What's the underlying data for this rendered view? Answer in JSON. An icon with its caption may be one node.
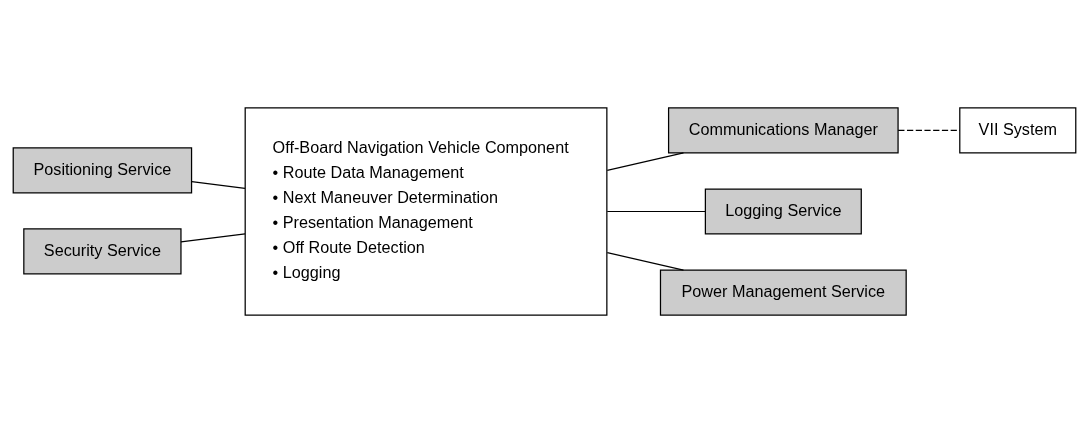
{
  "diagram": {
    "nodes": [
      {
        "text": [
          "Positioning Service"
        ]
      },
      {
        "text": [
          "Security Service"
        ]
      },
      {
        "text": [
          "Off-Board Navigation Vehicle Component",
          "• Route Data Management",
          "• Next Maneuver Determination",
          "• Presentation Management",
          "• Off Route Detection",
          "• Logging"
        ]
      },
      {
        "text": [
          "Communications Manager"
        ]
      },
      {
        "text": [
          "VII System"
        ]
      },
      {
        "text": [
          "Logging Service"
        ]
      },
      {
        "text": [
          "Power Management Service"
        ]
      }
    ],
    "edges": [
      {
        "from": 0,
        "to": 2,
        "arrow": "none"
      },
      {
        "from": 1,
        "to": 2,
        "arrow": "none"
      },
      {
        "from": 2,
        "to": 3,
        "arrow": "none"
      },
      {
        "from": 3,
        "to": 4,
        "arrow": "none",
        "style": "dashed"
      },
      {
        "from": 2,
        "to": 5,
        "arrow": "none"
      },
      {
        "from": 2,
        "to": 6,
        "arrow": "none"
      }
    ]
  }
}
